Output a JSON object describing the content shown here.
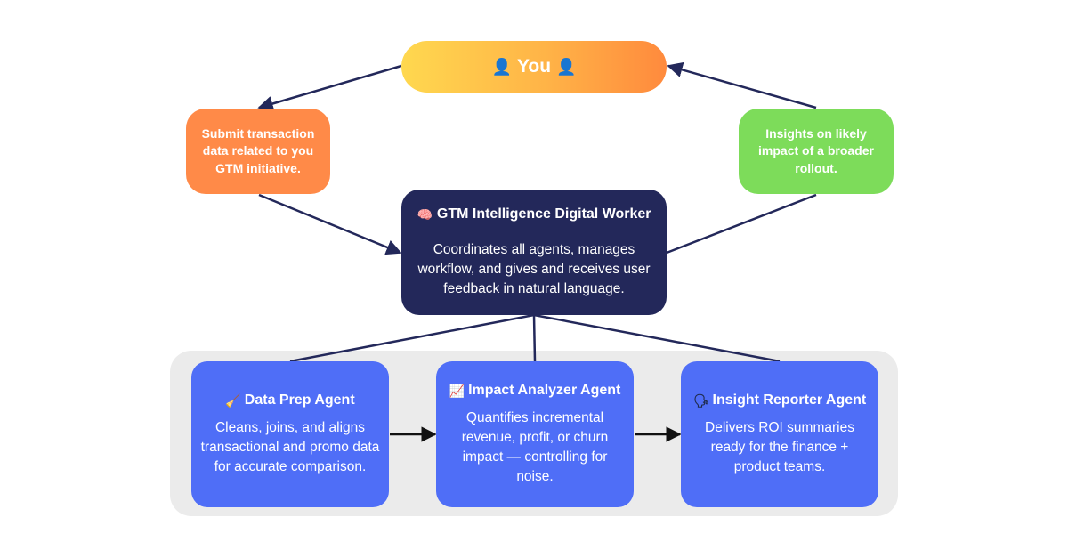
{
  "you": {
    "label": "You",
    "icon_left": "person-icon",
    "icon_right": "person-icon"
  },
  "input_step": {
    "text": "Submit transaction data related to you GTM initiative."
  },
  "output_step": {
    "text": "Insights on likely impact of a broader rollout."
  },
  "orchestrator": {
    "icon": "brain-icon",
    "title": "GTM Intelligence Digital Worker",
    "description": "Coordinates all agents, manages workflow, and gives and receives user feedback in natural language."
  },
  "agents": [
    {
      "icon": "broom-icon",
      "title": "Data Prep Agent",
      "description": "Cleans, joins, and aligns transactional and promo data for accurate comparison."
    },
    {
      "icon": "chart-increasing-icon",
      "title": "Impact Analyzer Agent",
      "description": "Quantifies incremental revenue, profit, or churn impact — controlling for noise."
    },
    {
      "icon": "speaking-head-icon",
      "title": "Insight Reporter Agent",
      "description": "Delivers ROI summaries ready for the finance + product teams."
    }
  ],
  "colors": {
    "you_gradient": [
      "#ffd84f",
      "#ff8a3d"
    ],
    "input_box": "#ff8a48",
    "output_box": "#7ddc5a",
    "orchestrator": "#23285a",
    "agent": "#4f6ef7",
    "panel": "#ebebeb",
    "connector": "#23285a",
    "agent_arrow": "#111111"
  }
}
